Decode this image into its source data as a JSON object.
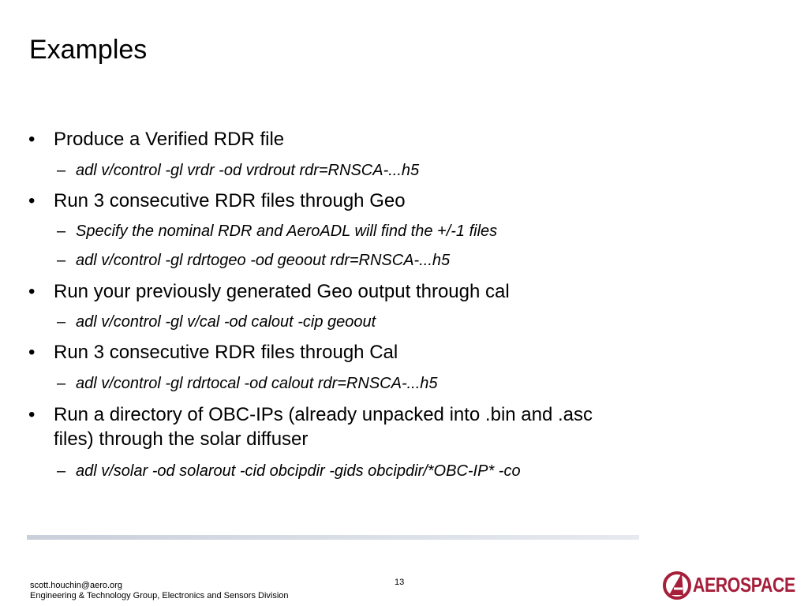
{
  "slide": {
    "title": "Examples",
    "page_number": "13",
    "footer": {
      "email": "scott.houchin@aero.org",
      "org": "Engineering & Technology Group, Electronics and Sensors Division"
    },
    "logo_text": "AEROSPACE",
    "colors": {
      "brand": "#a61e3a",
      "footer_line": "#d3d8e2"
    }
  },
  "bullets": [
    {
      "text": "Produce a Verified RDR file",
      "subs": [
        "adl v/control -gl vrdr -od vrdrout rdr=RNSCA-...h5"
      ]
    },
    {
      "text": "Run 3 consecutive RDR files through Geo",
      "subs": [
        "Specify the nominal RDR and AeroADL will find the +/-1 files",
        "adl v/control -gl rdrtogeo -od geoout rdr=RNSCA-...h5"
      ]
    },
    {
      "text": "Run your previously generated Geo output through cal",
      "subs": [
        "adl v/control -gl v/cal -od calout -cip geoout"
      ]
    },
    {
      "text": "Run 3 consecutive RDR files through Cal",
      "subs": [
        "adl v/control -gl rdrtocal -od calout rdr=RNSCA-...h5"
      ]
    },
    {
      "text_line1": "Run a directory of OBC-IPs (already unpacked into .bin and .asc",
      "text_line2": "files) through the solar diffuser",
      "subs": [
        "adl v/solar -od solarout -cid obcipdir -gids obcipdir/*OBC-IP* -co"
      ]
    }
  ],
  "bullet_glyph": "•",
  "dash_glyph": "–"
}
